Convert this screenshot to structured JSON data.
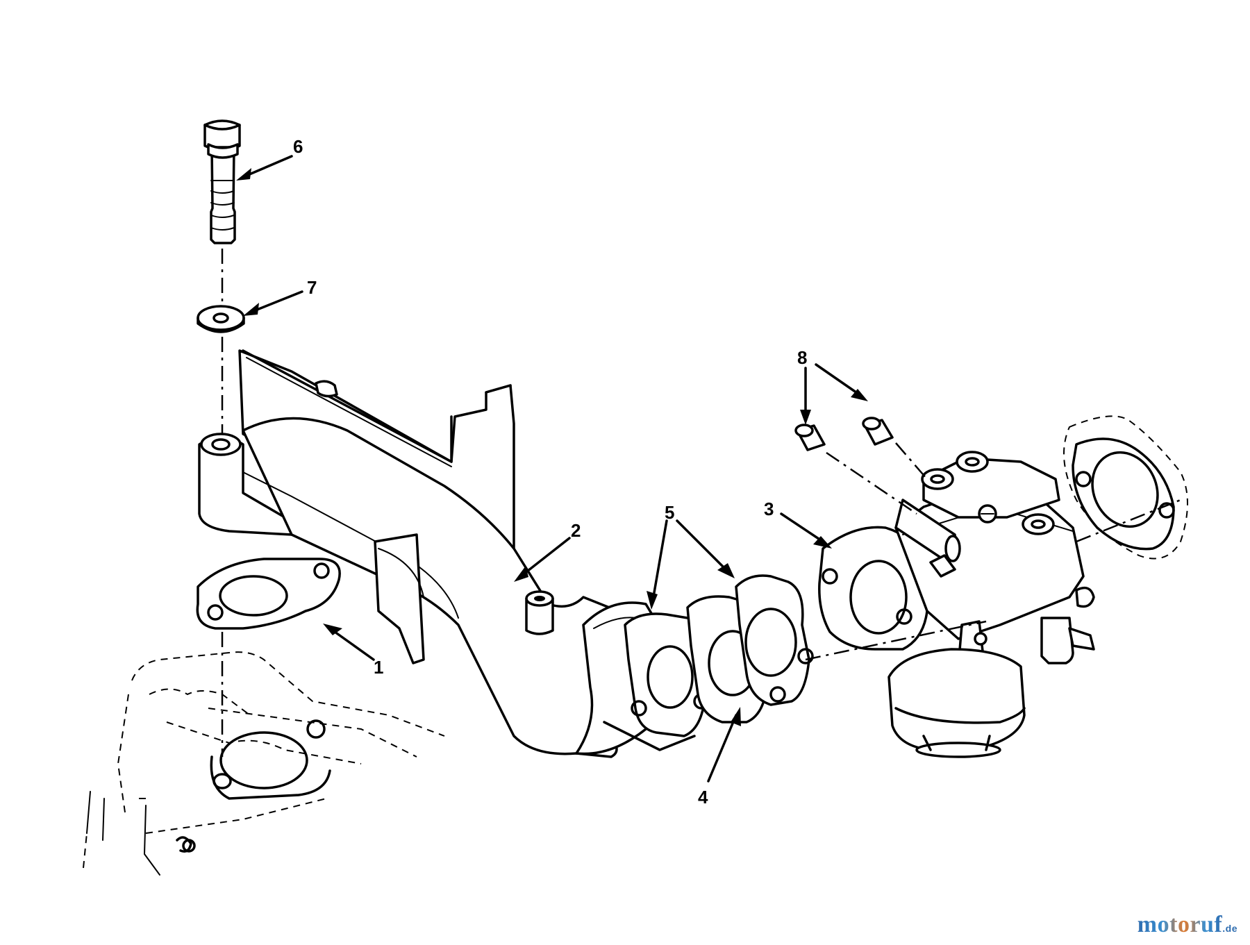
{
  "callouts": {
    "n1": "1",
    "n2": "2",
    "n3": "3",
    "n4": "4",
    "n5": "5",
    "n6": "6",
    "n7": "7",
    "n8": "8"
  },
  "parts": {
    "bolt": "bolt-icon",
    "washer": "washer-icon",
    "manifold": "intake-manifold-icon",
    "gasket_lower": "gasket-icon",
    "gasket_pair": "gasket-pair-icon",
    "gasket_spacer": "spacer-gasket-icon",
    "carburetor": "carburetor-icon",
    "fittings": "fitting-icon",
    "engine_head": "cylinder-head-icon",
    "flange_gasket": "flange-gasket-icon"
  },
  "watermark": {
    "main": "motoruf",
    "suffix": ".de"
  }
}
